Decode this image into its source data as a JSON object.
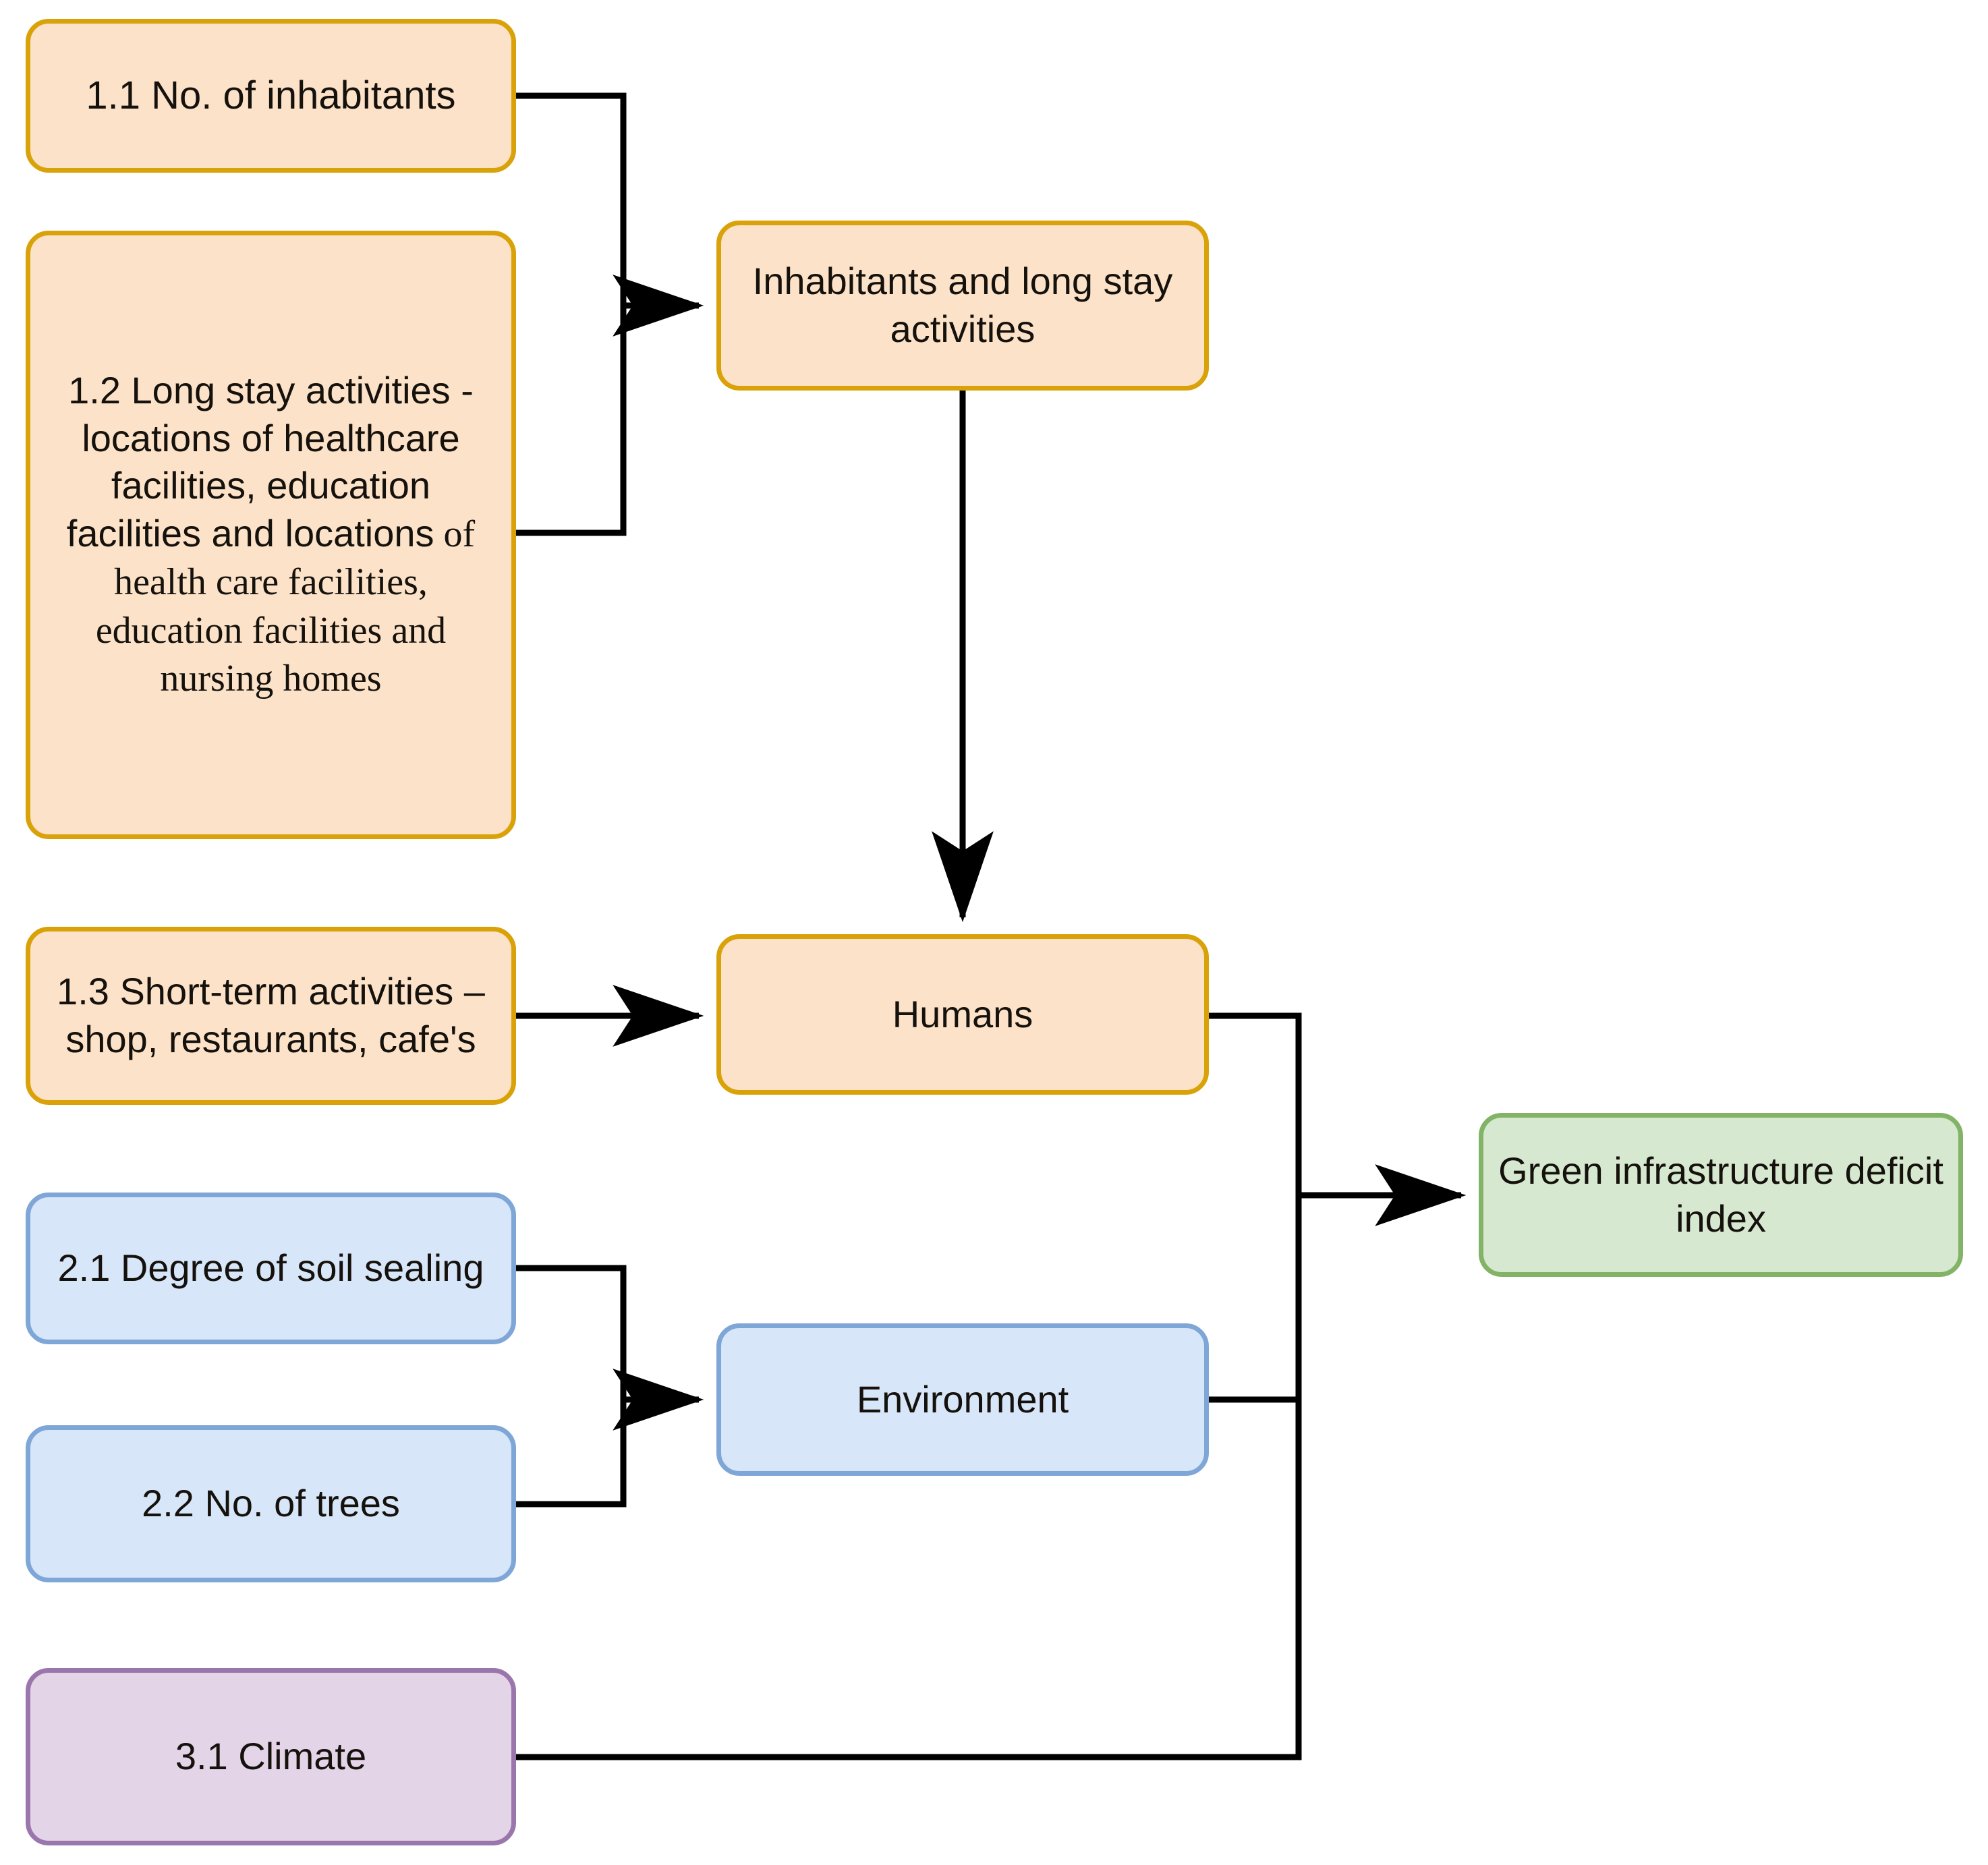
{
  "diagram": {
    "title": "Green infrastructure deficit index model",
    "background": "#ffffff",
    "colors": {
      "orange_fill": "#fce2c8",
      "orange_stroke": "#d9a209",
      "blue_fill": "#d7e6f8",
      "blue_stroke": "#7ea6d6",
      "green_fill": "#d6e9d0",
      "green_stroke": "#82b366",
      "purple_fill": "#e3d4e8",
      "purple_stroke": "#9b76ad",
      "connector": "#000000",
      "text": "#15110c"
    }
  },
  "nodes": {
    "inhabitants": {
      "id": "1.1",
      "label": "1.1 No. of inhabitants",
      "group": "humans",
      "color": "orange"
    },
    "long_stay": {
      "id": "1.2",
      "label_head": "1.2 Long stay activities - locations of healthcare facilities, education facilities and locations",
      "label_tail": " of health care facilities, education facilities and nursing homes",
      "label_full": "1.2 Long stay activities - locations of healthcare facilities, education facilities and locations of health care facilities, education facilities and nursing homes",
      "group": "humans",
      "color": "orange"
    },
    "short_term": {
      "id": "1.3",
      "label": "1.3 Short-term activities – shop, restaurants, cafe's",
      "group": "humans",
      "color": "orange"
    },
    "soil_sealing": {
      "id": "2.1",
      "label": "2.1 Degree of soil sealing",
      "group": "environment",
      "color": "blue"
    },
    "trees": {
      "id": "2.2",
      "label": "2.2 No. of trees",
      "group": "environment",
      "color": "blue"
    },
    "climate": {
      "id": "3.1",
      "label": "3.1 Climate",
      "group": "climate",
      "color": "purple"
    },
    "inhabitants_and_long_stay": {
      "label": "Inhabitants and long stay activities",
      "color": "orange"
    },
    "humans": {
      "label": "Humans",
      "color": "orange"
    },
    "environment": {
      "label": "Environment",
      "color": "blue"
    },
    "index": {
      "label": "Green infrastructure deficit index",
      "color": "green"
    }
  },
  "edges": [
    {
      "from": "inhabitants",
      "to": "inhabitants_and_long_stay",
      "arrow": true,
      "style": "orthogonal"
    },
    {
      "from": "long_stay",
      "to": "inhabitants_and_long_stay",
      "arrow": true,
      "style": "orthogonal"
    },
    {
      "from": "inhabitants_and_long_stay",
      "to": "humans",
      "arrow": true,
      "style": "vertical"
    },
    {
      "from": "short_term",
      "to": "humans",
      "arrow": true,
      "style": "straight"
    },
    {
      "from": "soil_sealing",
      "to": "environment",
      "arrow": true,
      "style": "orthogonal"
    },
    {
      "from": "trees",
      "to": "environment",
      "arrow": true,
      "style": "orthogonal"
    },
    {
      "from": "humans",
      "to": "index",
      "arrow": true,
      "style": "orthogonal"
    },
    {
      "from": "environment",
      "to": "index",
      "arrow": true,
      "style": "orthogonal"
    },
    {
      "from": "climate",
      "to": "index",
      "arrow": true,
      "style": "orthogonal"
    }
  ]
}
